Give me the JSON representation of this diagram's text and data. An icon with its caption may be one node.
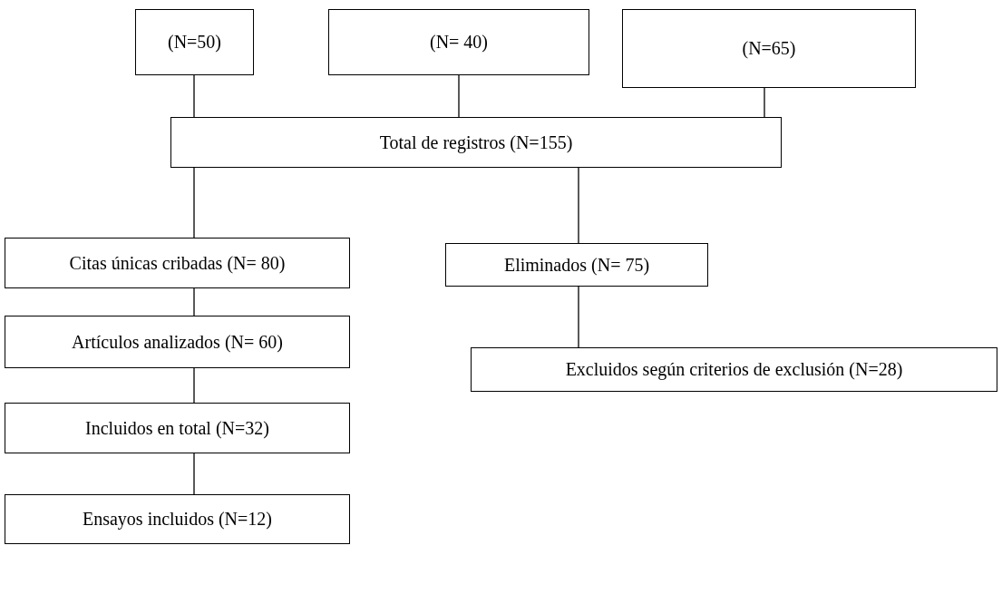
{
  "diagram": {
    "nodes": [
      {
        "text": [
          "(N=50)"
        ]
      },
      {
        "text": [
          "(N= 40)"
        ]
      },
      {
        "text": [
          "(N=65)"
        ]
      },
      {
        "text": [
          "Total de registros (N=155)"
        ]
      },
      {
        "text": [
          "Citas únicas cribadas (N= 80)"
        ]
      },
      {
        "text": [
          "Eliminados (N= 75)"
        ]
      },
      {
        "text": [
          "Artículos analizados (N= 60)"
        ]
      },
      {
        "text": [
          "Excluidos según criterios de exclusión (N=28)"
        ]
      },
      {
        "text": [
          "Incluidos en total (N=32)"
        ]
      },
      {
        "text": [
          "Ensayos incluidos (N=12)"
        ]
      }
    ],
    "edges": [
      {
        "from": 0,
        "to": 3,
        "arrow": "none"
      },
      {
        "from": 1,
        "to": 3,
        "arrow": "none"
      },
      {
        "from": 2,
        "to": 3,
        "arrow": "none"
      },
      {
        "from": 3,
        "to": 4,
        "arrow": "none"
      },
      {
        "from": 3,
        "to": 5,
        "arrow": "none"
      },
      {
        "from": 4,
        "to": 6,
        "arrow": "none"
      },
      {
        "from": 5,
        "to": 7,
        "arrow": "none"
      },
      {
        "from": 6,
        "to": 8,
        "arrow": "none"
      },
      {
        "from": 8,
        "to": 9,
        "arrow": "none"
      }
    ]
  }
}
